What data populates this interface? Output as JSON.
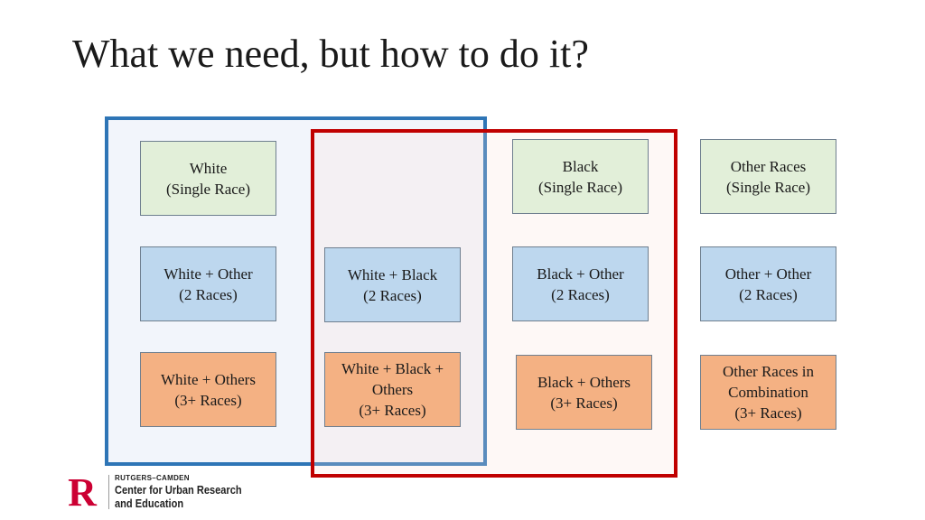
{
  "title": "What we need, but how to do it?",
  "colors": {
    "group_blue_border": "#2e75b6",
    "group_red_border": "#c00000",
    "single_race_fill": "#e2efd9",
    "two_races_fill": "#bdd7ee",
    "three_plus_fill": "#f4b183",
    "logo_red": "#cc0033"
  },
  "cells": {
    "white_single": {
      "line1": "White",
      "line2": "(Single Race)"
    },
    "black_single": {
      "line1": "Black",
      "line2": "(Single Race)"
    },
    "other_single": {
      "line1": "Other Races",
      "line2": "(Single Race)"
    },
    "white_other": {
      "line1": "White + Other",
      "line2": "(2 Races)"
    },
    "white_black": {
      "line1": "White + Black",
      "line2": "(2 Races)"
    },
    "black_other": {
      "line1": "Black + Other",
      "line2": "(2 Races)"
    },
    "other_other": {
      "line1": "Other + Other",
      "line2": "(2 Races)"
    },
    "white_others": {
      "line1": "White + Others",
      "line2": "(3+ Races)"
    },
    "white_black_others": {
      "line1": "White + Black +",
      "line2": "Others",
      "line3": "(3+ Races)"
    },
    "black_others": {
      "line1": "Black + Others",
      "line2": "(3+ Races)"
    },
    "other_combination": {
      "line1": "Other Races in",
      "line2": "Combination",
      "line3": "(3+ Races)"
    }
  },
  "logo": {
    "letter": "R",
    "top": "RUTGERS–CAMDEN",
    "line1": "Center for Urban Research",
    "line2": "and Education"
  }
}
